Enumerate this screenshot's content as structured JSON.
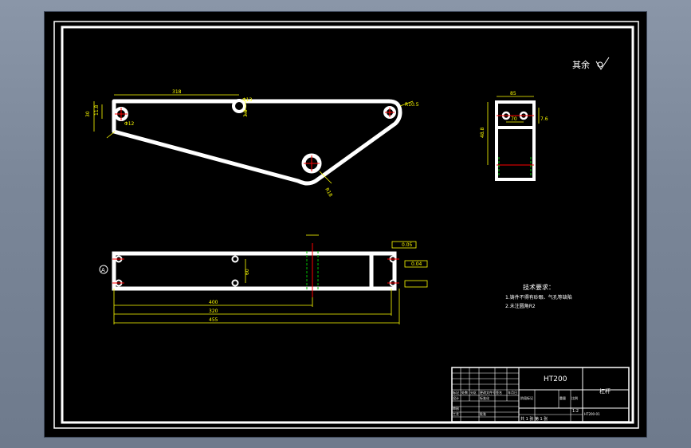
{
  "drawing": {
    "roughness_note": "其余",
    "material": "HT200",
    "part_name": "杠杆",
    "scale": "1:2",
    "sheet_info": "共 1 张 第 1 张",
    "drawing_code": "HT200-01",
    "tech_req_title": "技术要求：",
    "tech_req_1": "1.铸件不得有砂眼、气孔等缺陷",
    "tech_req_2": "2.未注圆角R2"
  },
  "dimensions": {
    "top_len": "318",
    "left_h1": "30",
    "left_h2": "11.8",
    "left_phi": "Φ12",
    "mid_phi": "Φ13",
    "mid_h": "3.8",
    "right_r": "R10.5",
    "bottom_r": "R18",
    "side_w": "85",
    "side_h": "48.8",
    "side_r1": "7.6",
    "side_d": "70",
    "plan_h": "60",
    "plan_l1": "400",
    "plan_l2": "320",
    "plan_l3": "455",
    "tol_1": "0.05",
    "tol_2": "0.04",
    "datum": "A"
  },
  "title_block": {
    "h_mark": "标记",
    "h_count": "处数",
    "h_zone": "分区",
    "h_change": "更改文件号",
    "h_sign": "签名",
    "h_date": "年月日",
    "design": "设计",
    "check": "审核",
    "process": "工艺",
    "approve": "批准",
    "standard": "标准化",
    "stage": "阶段标记",
    "weight": "重量",
    "ratio": "比例"
  },
  "colors": {
    "part": "#ffffff",
    "dim": "#ffff00",
    "center": "#ff0000",
    "hidden": "#00c000",
    "frame": "#ffffff"
  }
}
